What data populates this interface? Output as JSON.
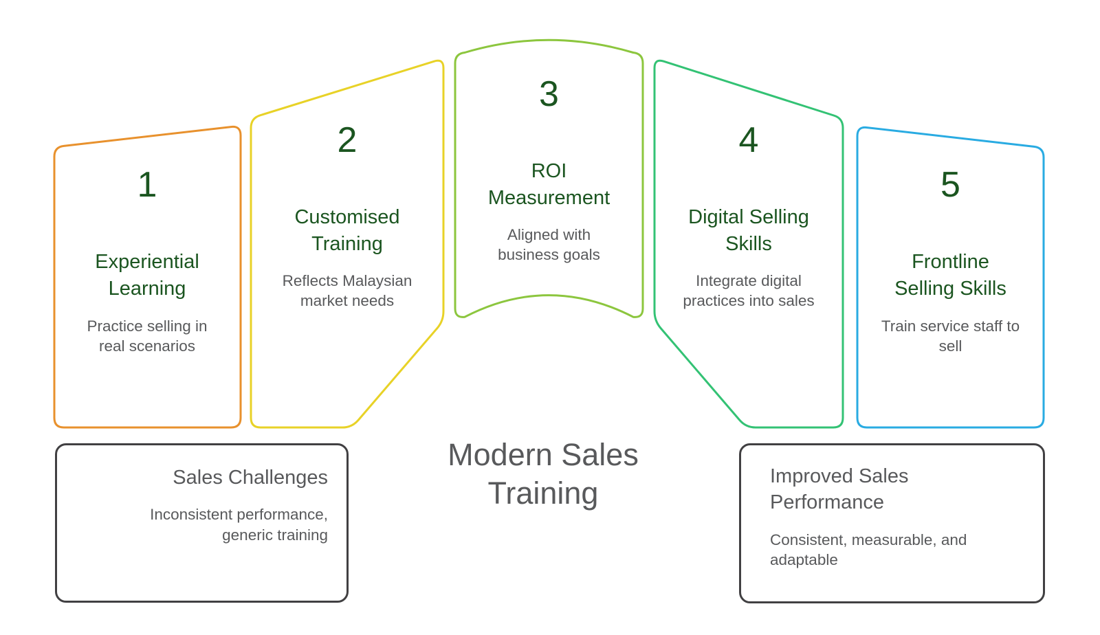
{
  "main_title": "Modern Sales\nTraining",
  "steps": [
    {
      "number": "1",
      "title": "Experiential\nLearning",
      "description": "Practice selling in\nreal scenarios",
      "color": "#E8912D"
    },
    {
      "number": "2",
      "title": "Customised\nTraining",
      "description": "Reflects Malaysian\nmarket needs",
      "color": "#E8D227"
    },
    {
      "number": "3",
      "title": "ROI\nMeasurement",
      "description": "Aligned with\nbusiness goals",
      "color": "#8CC63E"
    },
    {
      "number": "4",
      "title": "Digital Selling\nSkills",
      "description": "Integrate digital\npractices into sales",
      "color": "#33C274"
    },
    {
      "number": "5",
      "title": "Frontline\nSelling Skills",
      "description": "Train service staff to\nsell",
      "color": "#29ABE2"
    }
  ],
  "challenge_box": {
    "title": "Sales Challenges",
    "description": "Inconsistent performance,\ngeneric training"
  },
  "outcome_box": {
    "title": "Improved Sales\nPerformance",
    "description": "Consistent, measurable, and\nadaptable"
  },
  "colors": {
    "heading_green": "#1B5520",
    "body_gray": "#58595B",
    "box_border": "#414042"
  }
}
